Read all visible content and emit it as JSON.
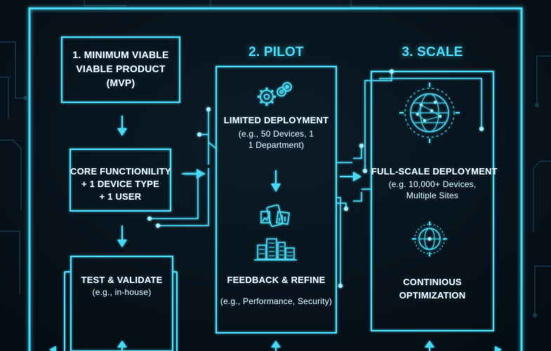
{
  "colors": {
    "background": "#061019",
    "accent": "#48d6f2",
    "text": "#eaf6fb",
    "circuit": "#12384a"
  },
  "mvp": {
    "title": [
      "1. MINIMUM VIABLE",
      "VIABLE PRODUCT",
      "(MVP)"
    ],
    "core": [
      "CORE FUNCTIONILITY",
      "+ 1 DEVICE TYPE",
      "+ 1 USER"
    ],
    "test_title": "TEST & VALIDATE",
    "test_sub": "(e.g., in-house)"
  },
  "pilot": {
    "title": "2. PILOT",
    "deploy_title": "LIMITED DEPLOYMENT",
    "deploy_sub": [
      "(e.g., 50 Devices, 1",
      "1 Department)"
    ],
    "feedback_title": "FEEDBACK & REFINE",
    "feedback_sub": "(e.g., Performance, Security)",
    "icons": [
      "gears-icon",
      "devices-icon",
      "buildings-icon"
    ]
  },
  "scale": {
    "title": "3. SCALE",
    "deploy_title": "FULL-SCALE DEPLOYMENT",
    "deploy_sub": [
      "(e.g. 10,000+ Devices,",
      "Multiple Sites"
    ],
    "optimize": [
      "CONTINIOUS",
      "OPTIMIZATION"
    ],
    "icons": [
      "globe-network-icon",
      "target-network-icon"
    ]
  }
}
